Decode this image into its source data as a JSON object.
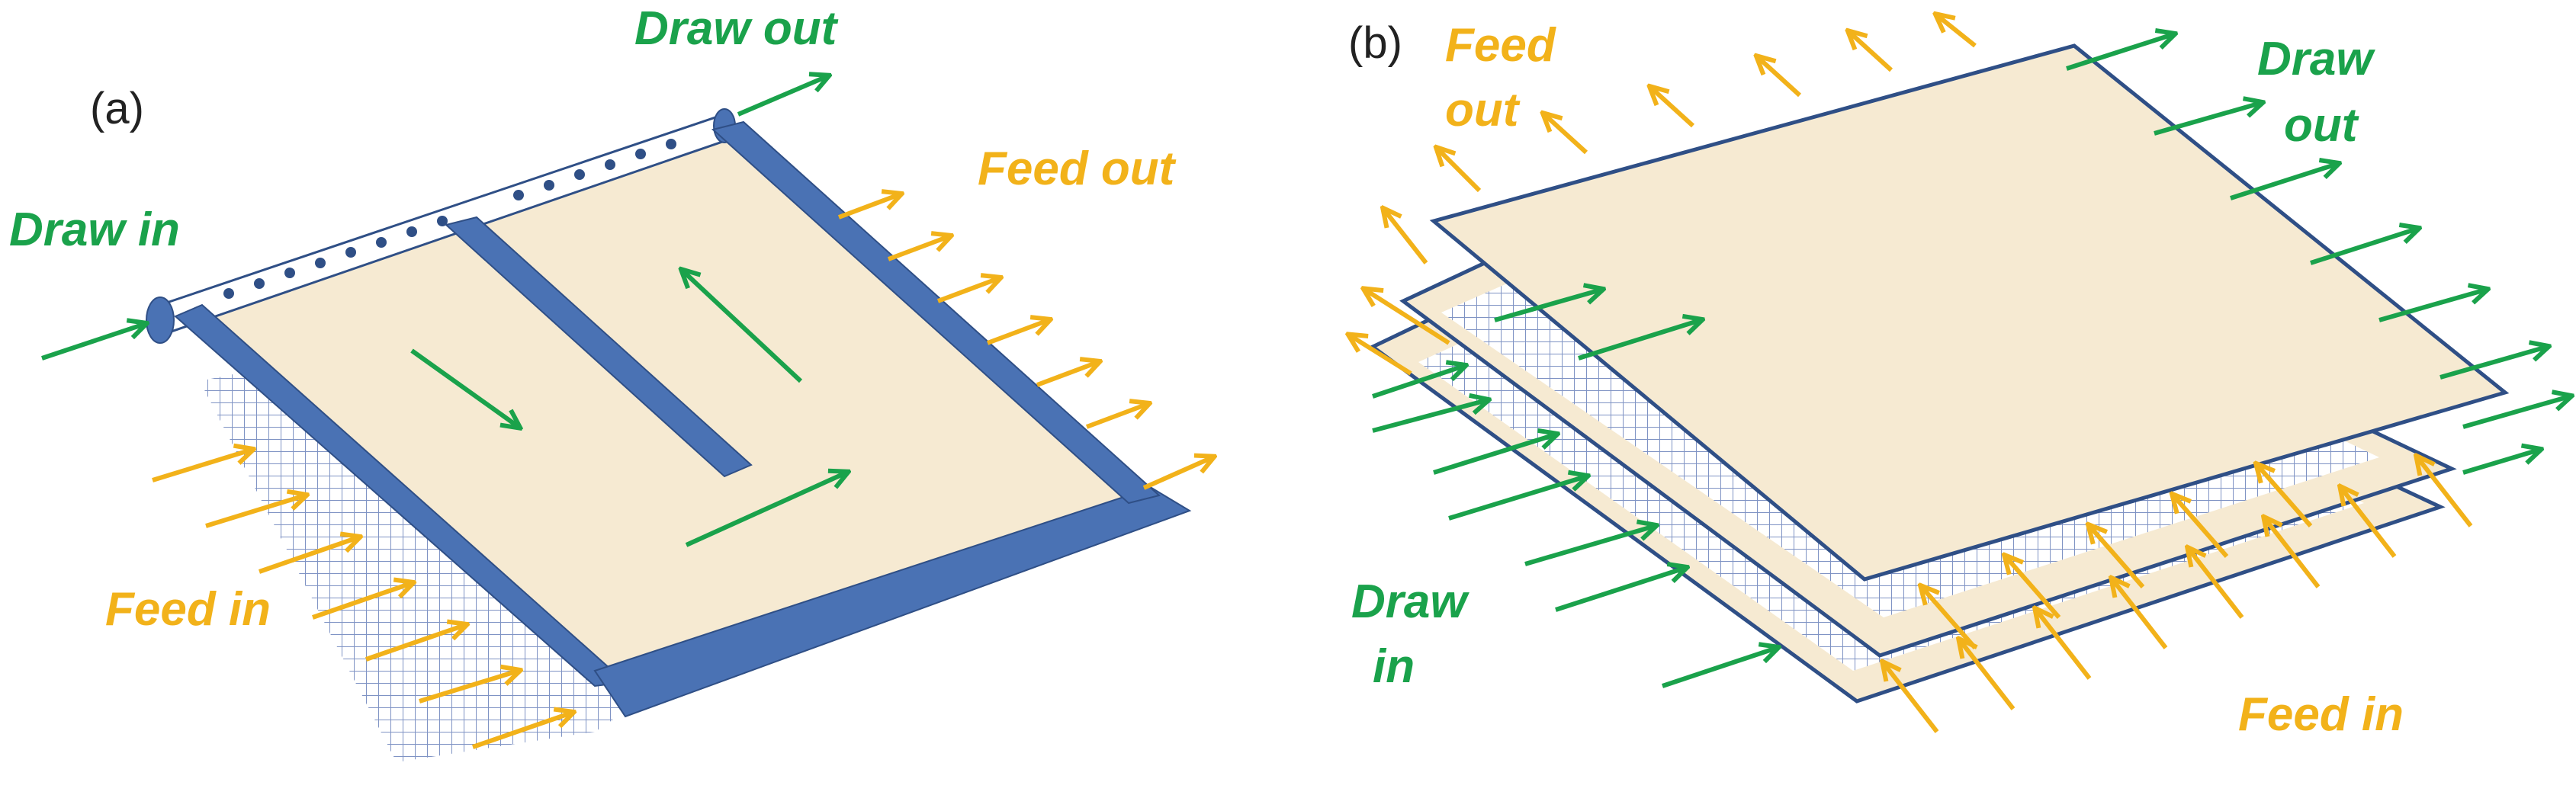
{
  "colors": {
    "draw": "#1aa24b",
    "feed": "#f2b21a",
    "frame": "#4a72b4",
    "frame_dark": "#2f4f86",
    "membrane": "#f6ead2",
    "mesh": "#7f93c4"
  },
  "panel_a": {
    "label": "(a)",
    "draw_in": "Draw in",
    "draw_out": "Draw out",
    "feed_in": "Feed in",
    "feed_out": "Feed out"
  },
  "panel_b": {
    "label": "(b)",
    "draw_in_1": "Draw",
    "draw_in_2": "in",
    "draw_out_1": "Draw",
    "draw_out_2": "out",
    "feed_in": "Feed in",
    "feed_out_1": "Feed",
    "feed_out_2": "out"
  }
}
